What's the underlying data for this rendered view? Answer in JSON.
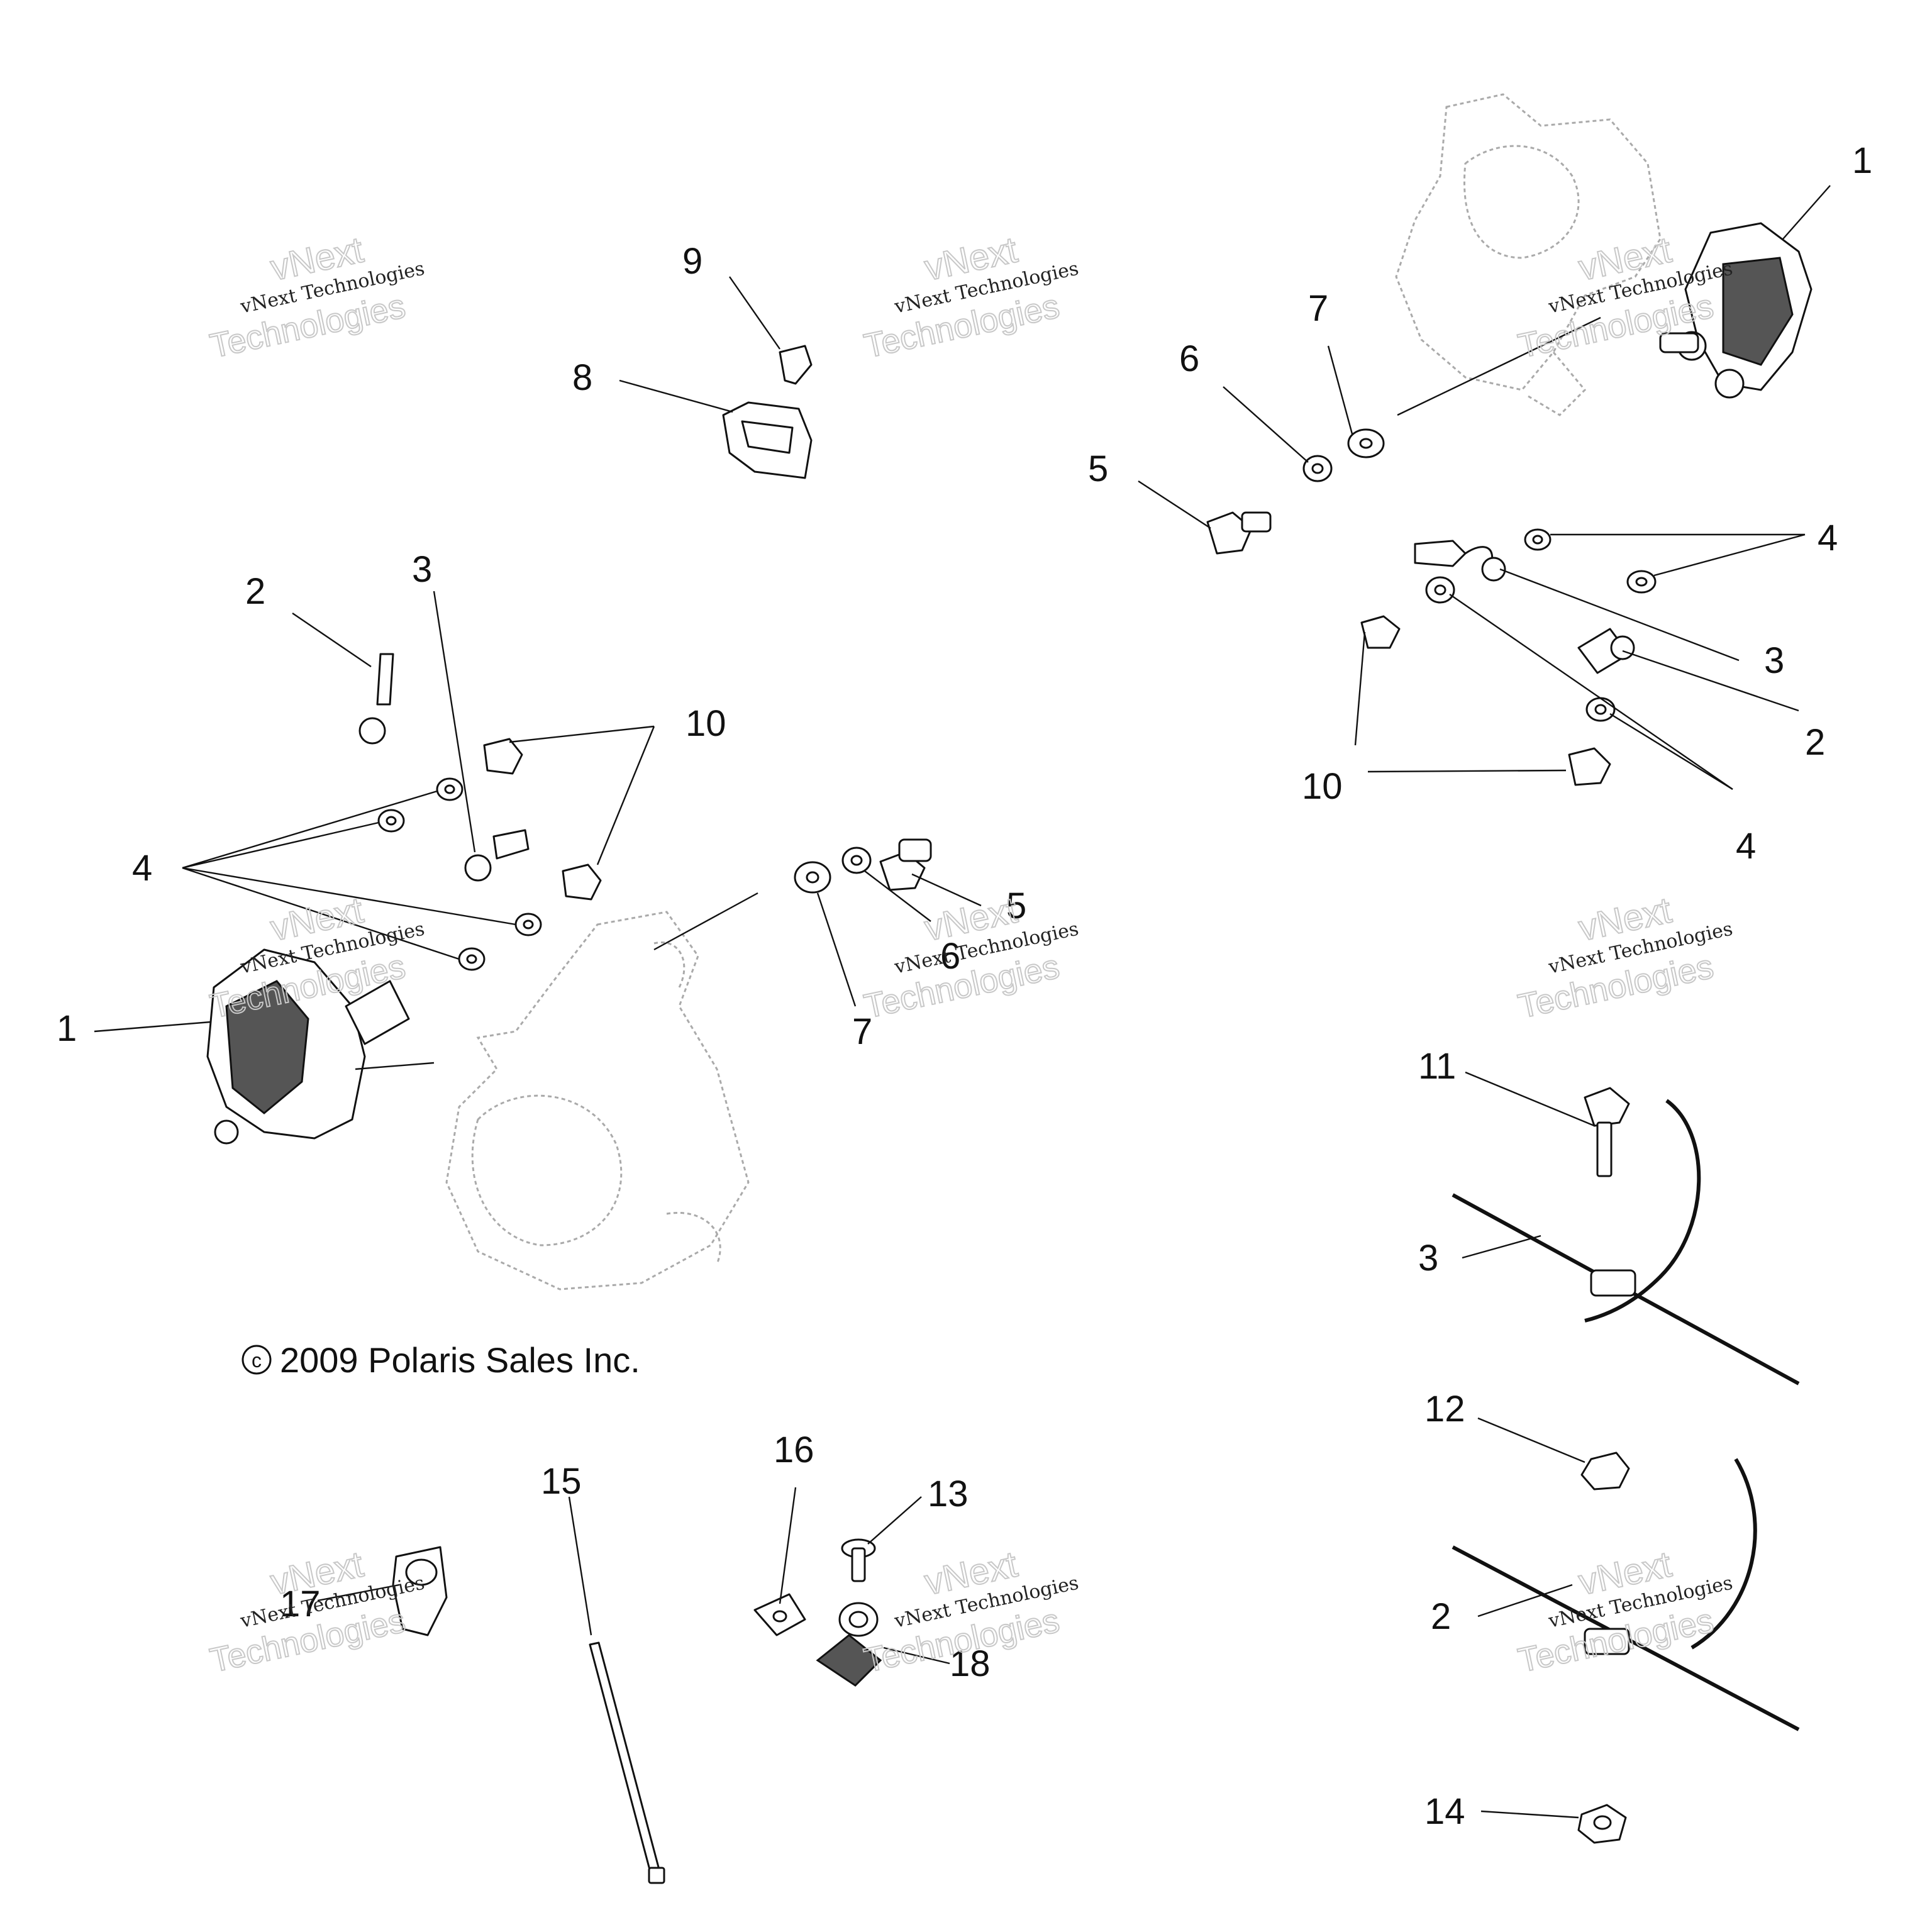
{
  "copyright": "2009 Polaris Sales Inc.",
  "copyright_symbol": "c",
  "watermark": {
    "brand": "vNext",
    "line1": "vNext Technologies",
    "line2": "Technologies"
  },
  "callouts": {
    "tr_1": "1",
    "tr_7": "7",
    "tr_6": "6",
    "tr_5": "5",
    "tr_4a": "4",
    "tr_3": "3",
    "tr_2": "2",
    "tr_10": "10",
    "tr_4b": "4",
    "tc_9": "9",
    "tc_8": "8",
    "l_2": "2",
    "l_3": "3",
    "l_10": "10",
    "l_4": "4",
    "l_1": "1",
    "c_5": "5",
    "c_6": "6",
    "c_7": "7",
    "r_11": "11",
    "r_3": "3",
    "r_12": "12",
    "r_2": "2",
    "r_14": "14",
    "b_15": "15",
    "b_16": "16",
    "b_13": "13",
    "b_18": "18",
    "b_17": "17"
  }
}
